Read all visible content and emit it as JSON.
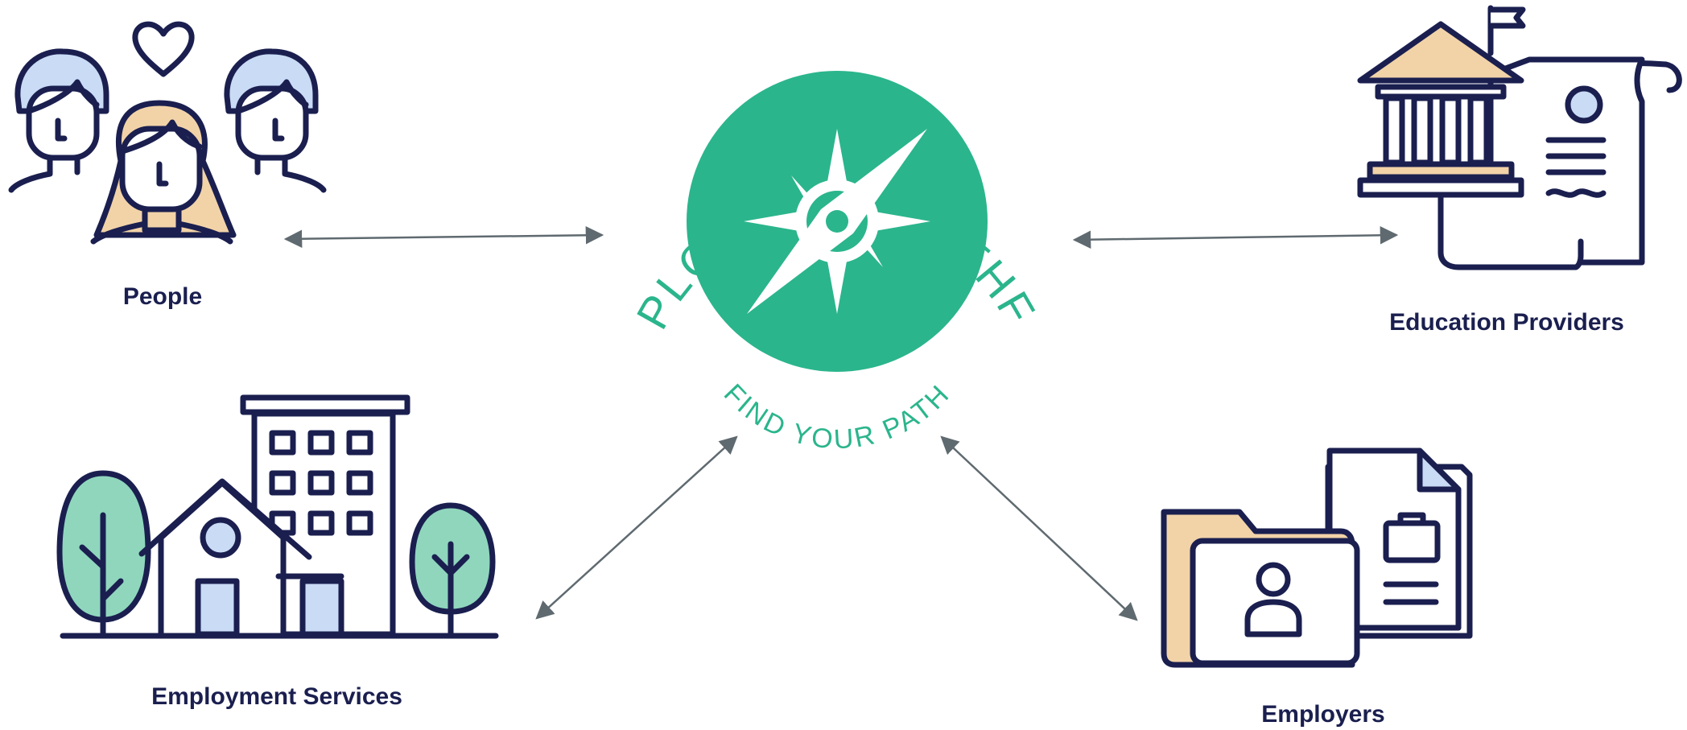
{
  "logo": {
    "arc_title": "VT EMPLOYMENT PATHFINDER",
    "tagline": "FIND YOUR PATH"
  },
  "nodes": {
    "people": {
      "label": "People",
      "icon": "people-group-icon"
    },
    "education": {
      "label": "Education Providers",
      "icon": "institution-diploma-icon"
    },
    "services": {
      "label": "Employment Services",
      "icon": "buildings-trees-icon"
    },
    "employers": {
      "label": "Employers",
      "icon": "folder-resume-icon"
    }
  },
  "colors": {
    "navy": "#1a1f4f",
    "green": "#2bb58c",
    "light_blue": "#c9dbf5",
    "peach": "#f2d3a8",
    "mint": "#8fd6bd",
    "arrow": "#5f6a70"
  }
}
